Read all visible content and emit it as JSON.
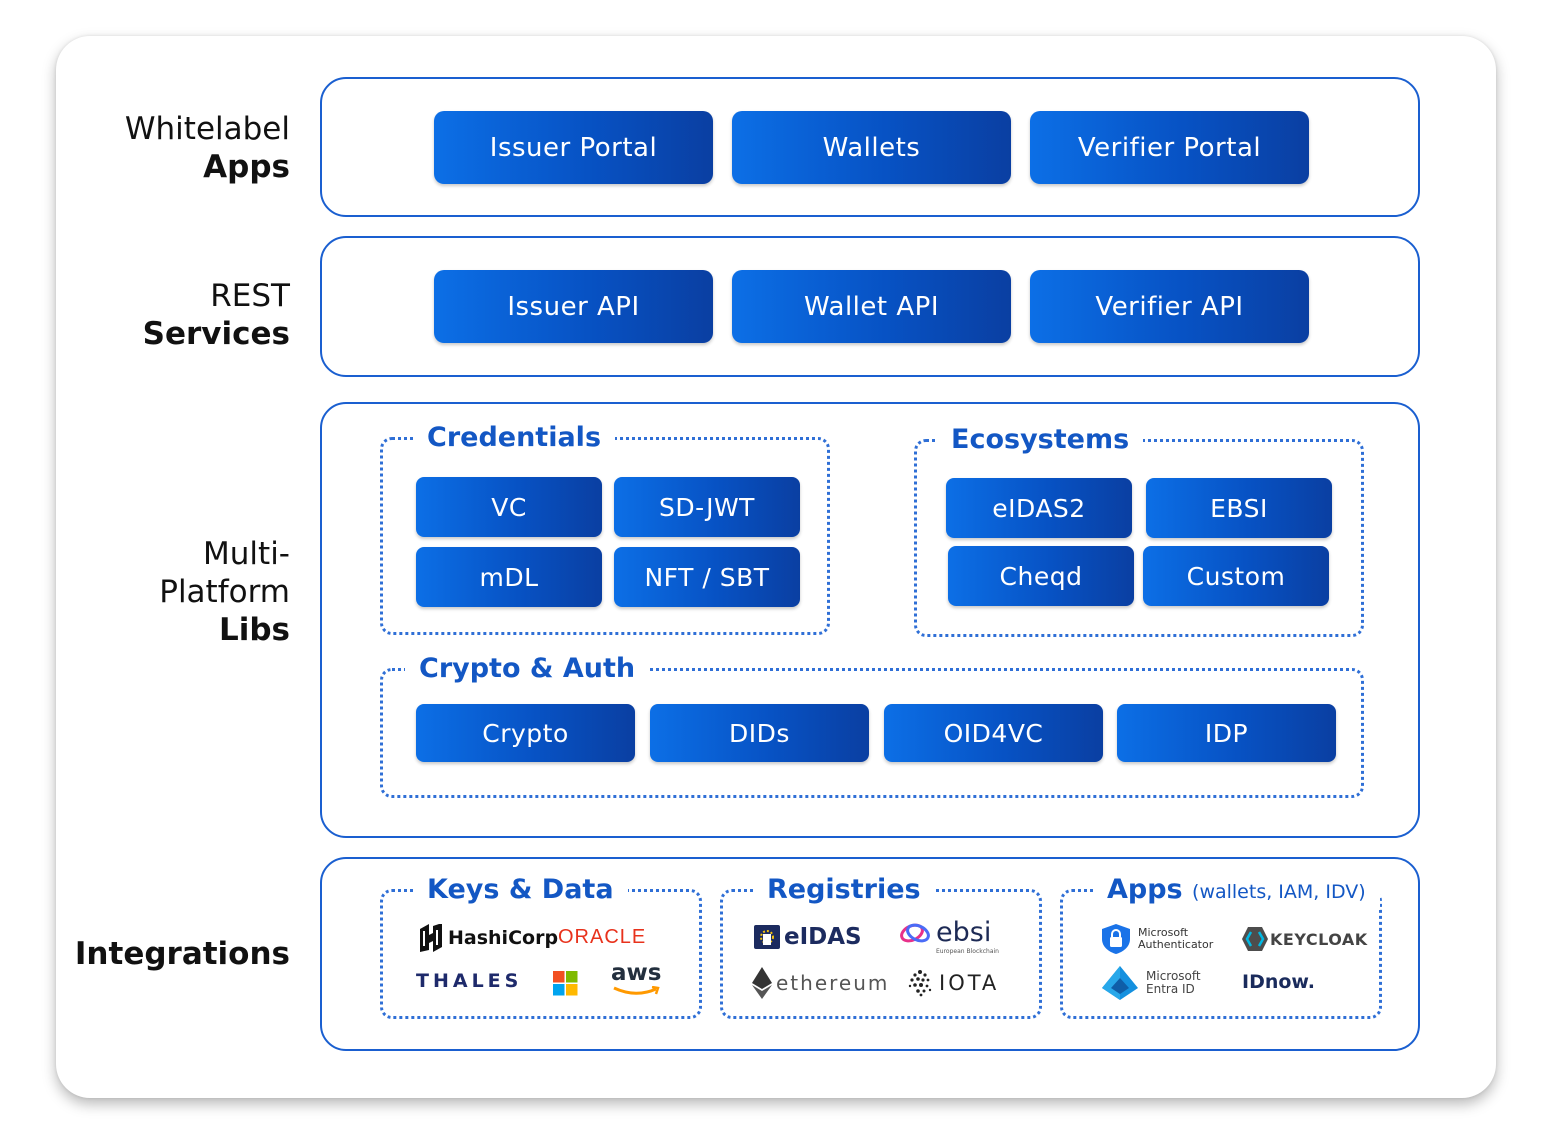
{
  "rows": {
    "apps": {
      "light": "Whitelabel",
      "bold": "Apps"
    },
    "services": {
      "light": "REST",
      "bold": "Services"
    },
    "libs": {
      "light1": "Multi-",
      "light2": "Platform",
      "bold": "Libs"
    },
    "integrations": {
      "bold": "Integrations"
    }
  },
  "apps_layer": [
    "Issuer Portal",
    "Wallets",
    "Verifier Portal"
  ],
  "services_layer": [
    "Issuer API",
    "Wallet API",
    "Verifier API"
  ],
  "credentials": {
    "title": "Credentials",
    "items": [
      "VC",
      "SD-JWT",
      "mDL",
      "NFT / SBT"
    ]
  },
  "ecosystems": {
    "title": "Ecosystems",
    "items": [
      "eIDAS2",
      "EBSI",
      "Cheqd",
      "Custom"
    ]
  },
  "crypto_auth": {
    "title": "Crypto & Auth",
    "items": [
      "Crypto",
      "DIDs",
      "OID4VC",
      "IDP"
    ]
  },
  "keys_data": {
    "title": "Keys & Data",
    "logos": [
      "HashiCorp",
      "ORACLE",
      "THALES",
      "aws"
    ]
  },
  "registries": {
    "title": "Registries",
    "logos": [
      "eIDAS",
      "ebsi",
      "European Blockchain",
      "ethereum",
      "IOTA"
    ]
  },
  "apps_integrations": {
    "title": "Apps",
    "subtitle": "(wallets, IAM, IDV)",
    "logos": [
      "Microsoft",
      "Authenticator",
      "KEYCLOAK",
      "Microsoft",
      "Entra ID",
      "IDnow."
    ]
  },
  "colors": {
    "accent": "#1a5fd0",
    "button_start": "#0c6fe6",
    "button_end": "#0a3fa2",
    "oracle": "#e8321c"
  }
}
